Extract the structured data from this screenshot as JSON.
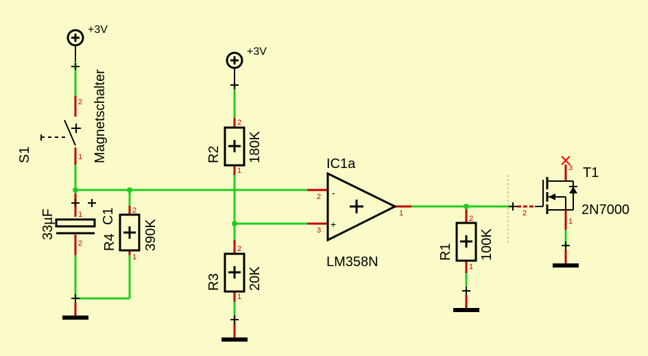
{
  "supplies": [
    {
      "label": "+3V"
    },
    {
      "label": "+3V"
    }
  ],
  "components": {
    "switch": {
      "ref": "S1",
      "value": "Magnetschalter"
    },
    "c1": {
      "ref": "C1",
      "value": "33µF"
    },
    "r4": {
      "ref": "R4",
      "value": "390K"
    },
    "r2": {
      "ref": "R2",
      "value": "180K"
    },
    "r3": {
      "ref": "R3",
      "value": "20K"
    },
    "opamp": {
      "ref": "IC1a",
      "value": "LM358N",
      "minus": "-",
      "plus": "+"
    },
    "r1": {
      "ref": "R1",
      "value": "100K"
    },
    "t1": {
      "ref": "T1",
      "value": "2N7000"
    }
  },
  "pins": {
    "s1_top": "2",
    "s1_bot": "1",
    "c1_top": "1",
    "c1_bot": "2",
    "r4_top": "2",
    "r4_bot": "1",
    "r2_top": "2",
    "r2_bot": "1",
    "r3_top": "2",
    "r3_bot": "1",
    "op_minus": "2",
    "op_plus": "3",
    "op_out": "1",
    "r1_top": "2",
    "r1_bot": "1",
    "t1_drain": "3",
    "t1_gate": "2",
    "t1_source": "1"
  },
  "colors": {
    "background": "#fbfbc9",
    "wire": "#22cc22",
    "pin_line": "#c00000",
    "symbol": "#000000",
    "no_connect": "#ff0000"
  }
}
